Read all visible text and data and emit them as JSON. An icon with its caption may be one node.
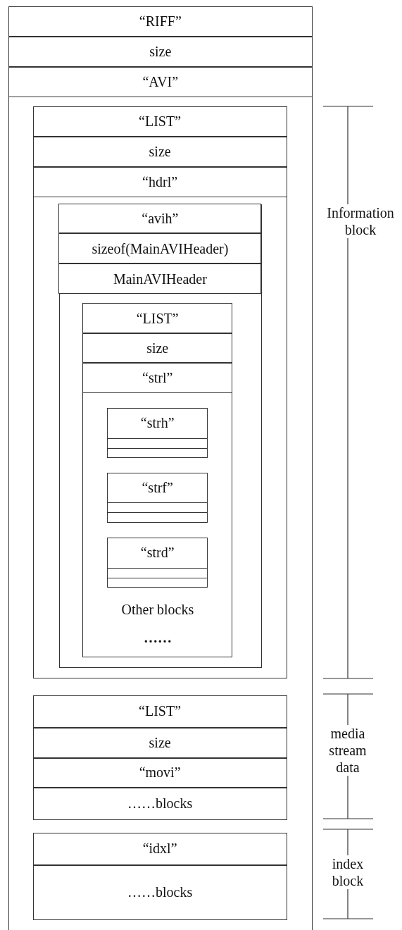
{
  "diagram": {
    "nodes": [
      {
        "text": [],
        "shape": "box"
      },
      {
        "text": [
          "“RIFF”"
        ],
        "in": 0
      },
      {
        "text": [
          "size"
        ],
        "in": 0
      },
      {
        "text": [
          "“AVI”"
        ],
        "in": 0
      },
      {
        "text": [],
        "shape": "box",
        "in": 0
      },
      {
        "text": [
          "“LIST”"
        ],
        "in": 4
      },
      {
        "text": [
          "size"
        ],
        "in": 4
      },
      {
        "text": [
          "“hdrl”"
        ],
        "in": 4
      },
      {
        "text": [],
        "shape": "box",
        "in": 4
      },
      {
        "text": [
          "“avih”"
        ],
        "in": 8
      },
      {
        "text": [
          "sizeof(MainAVIHeader)"
        ],
        "in": 8
      },
      {
        "text": [
          "MainAVIHeader"
        ],
        "in": 8
      },
      {
        "text": [
          "Other blocks",
          "……"
        ],
        "in": 8
      },
      {
        "text": [
          "“LIST”"
        ],
        "in": 12
      },
      {
        "text": [
          "size"
        ],
        "in": 12
      },
      {
        "text": [
          "“strl”"
        ],
        "in": 12
      },
      {
        "text": [
          "“strh”"
        ],
        "in": 12
      },
      {
        "text": [
          "“strf”"
        ],
        "in": 12
      },
      {
        "text": [
          "“strd”"
        ],
        "in": 12
      },
      {
        "text": [],
        "shape": "box",
        "in": 0
      },
      {
        "text": [
          "“LIST”"
        ],
        "in": 19
      },
      {
        "text": [
          "size"
        ],
        "in": 19
      },
      {
        "text": [
          "“movi”"
        ],
        "in": 19
      },
      {
        "text": [
          "……blocks"
        ],
        "in": 19
      },
      {
        "text": [],
        "shape": "box",
        "in": 0
      },
      {
        "text": [
          "“idxl”"
        ],
        "in": 24
      },
      {
        "text": [
          "……blocks"
        ],
        "in": 24
      }
    ],
    "labels": [
      "Information block",
      "media stream data",
      "index block"
    ]
  }
}
